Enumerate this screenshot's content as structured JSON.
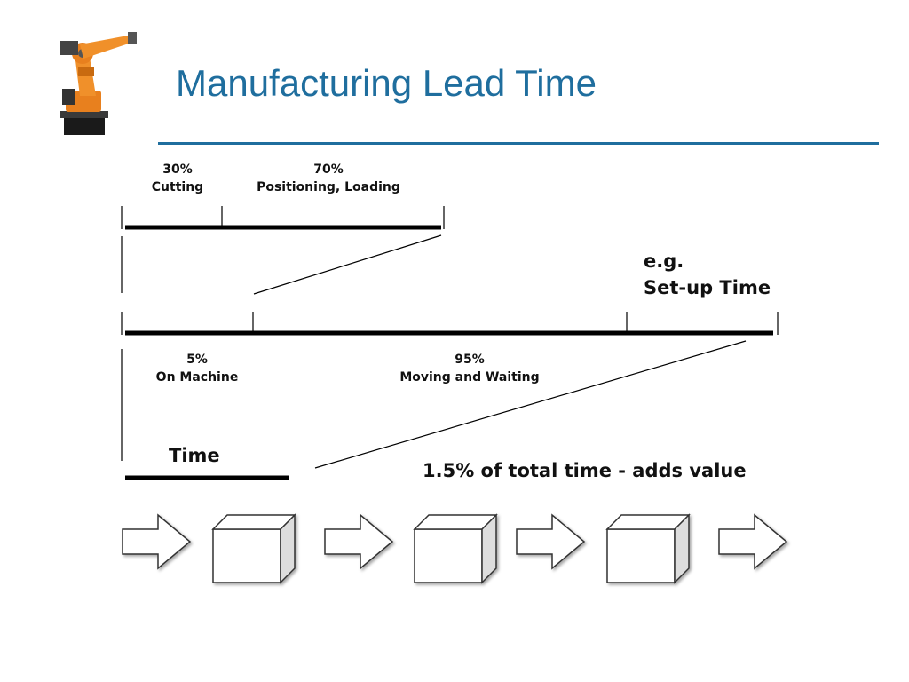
{
  "slide": {
    "title": "Manufacturing Lead Time"
  },
  "top_bar": {
    "cutting_percent": "30%",
    "cutting_label": "Cutting",
    "positioning_percent": "70%",
    "positioning_label": "Positioning, Loading"
  },
  "middle_bar": {
    "on_machine_percent": "5%",
    "on_machine_label": "On Machine",
    "moving_percent": "95%",
    "moving_label": "Moving and Waiting",
    "example_line1": "e.g.",
    "example_line2": "Set-up Time"
  },
  "bottom": {
    "time_label": "Time",
    "value_note": "1.5% of total time - adds value"
  },
  "icons": {
    "robot": "industrial-robot-icon",
    "arrow": "flow-arrow-icon",
    "box": "workstation-box-icon"
  },
  "colors": {
    "title": "#1f6e9e",
    "robot_orange": "#e8801e"
  }
}
